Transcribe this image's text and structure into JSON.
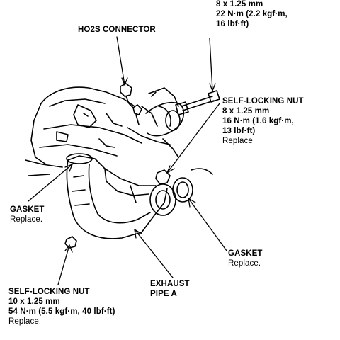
{
  "bolt_top": {
    "lines": [
      "8 x 1.25 mm",
      "22 N·m (2.2 kgf·m,",
      "16 lbf·ft)"
    ]
  },
  "ho2s": {
    "title": "HO2S CONNECTOR"
  },
  "self_nut_top": {
    "title": "SELF-LOCKING NUT",
    "lines": [
      "8 x 1.25 mm",
      "16 N·m (1.6 kgf·m,",
      "13 lbf·ft)"
    ],
    "note": "Replace"
  },
  "gasket_left": {
    "title": "GASKET",
    "note": "Replace."
  },
  "gasket_right": {
    "title": "GASKET",
    "note": "Replace."
  },
  "exhaust": {
    "lines": [
      "EXHAUST",
      "PIPE A"
    ]
  },
  "self_nut_bottom": {
    "title": "SELF-LOCKING NUT",
    "lines": [
      "10 x 1.25 mm",
      "54 N·m (5.5 kgf·m, 40 lbf·ft)"
    ],
    "note": "Replace."
  }
}
